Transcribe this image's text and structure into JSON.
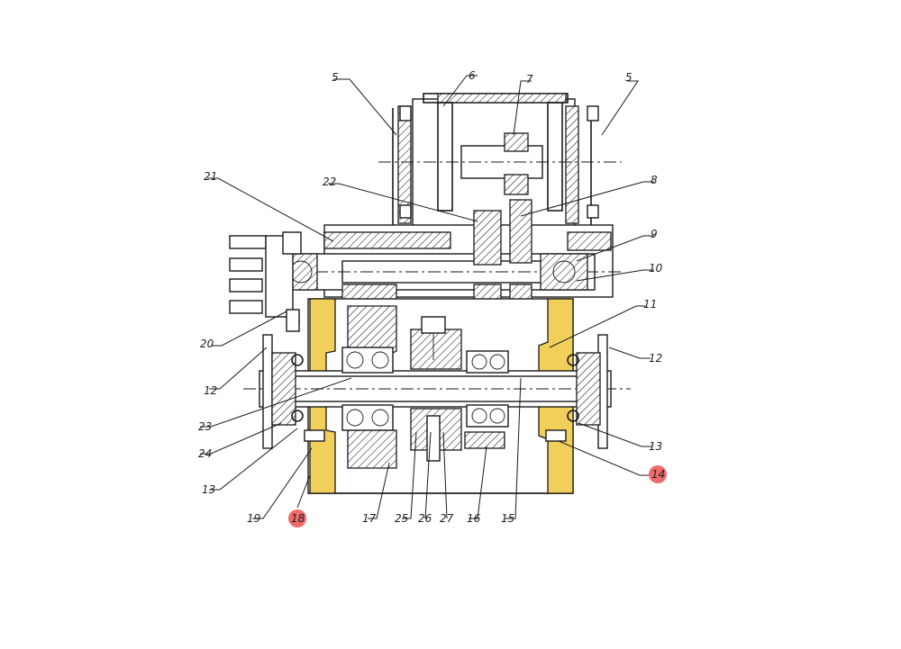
{
  "labels": [
    {
      "id": "l5a",
      "text": "5"
    },
    {
      "id": "l6",
      "text": "6"
    },
    {
      "id": "l7",
      "text": "7"
    },
    {
      "id": "l5b",
      "text": "5"
    },
    {
      "id": "l21",
      "text": "21"
    },
    {
      "id": "l22",
      "text": "22"
    },
    {
      "id": "l8",
      "text": "8"
    },
    {
      "id": "l9",
      "text": "9"
    },
    {
      "id": "l10",
      "text": "10"
    },
    {
      "id": "l11",
      "text": "11"
    },
    {
      "id": "l20",
      "text": "20"
    },
    {
      "id": "l12a",
      "text": "12"
    },
    {
      "id": "l12b",
      "text": "12"
    },
    {
      "id": "l23",
      "text": "23"
    },
    {
      "id": "l24",
      "text": "24"
    },
    {
      "id": "l13a",
      "text": "13"
    },
    {
      "id": "l13b",
      "text": "13"
    },
    {
      "id": "l14",
      "text": "14",
      "highlighted": true
    },
    {
      "id": "l19",
      "text": "19"
    },
    {
      "id": "l18",
      "text": "18",
      "highlighted": true
    },
    {
      "id": "l17",
      "text": "17"
    },
    {
      "id": "l25",
      "text": "25"
    },
    {
      "id": "l26",
      "text": "26"
    },
    {
      "id": "l27",
      "text": "27"
    },
    {
      "id": "l16",
      "text": "16"
    },
    {
      "id": "l15",
      "text": "15"
    }
  ],
  "colors": {
    "line": "#1a1a1a",
    "highlight_part": "#f0cf5a",
    "highlight_marker": "#ef6a6a"
  }
}
